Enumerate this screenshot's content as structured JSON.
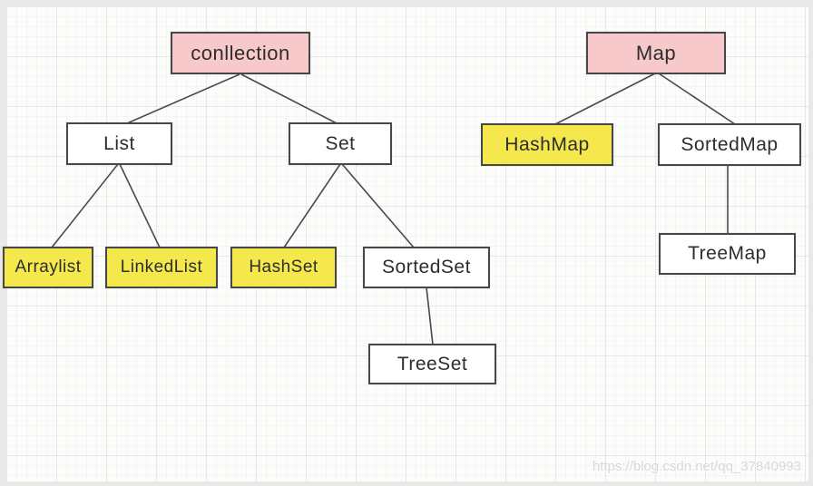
{
  "diagram": {
    "title_note": "Java collection framework hierarchy diagram",
    "watermark": "https://blog.csdn.net/qq_37840993",
    "colors": {
      "root": "#f8c9cb",
      "highlight": "#f5e84c",
      "plain": "#ffffff",
      "border": "#474747",
      "line": "#4a4a4a"
    },
    "nodes": [
      {
        "id": "collection",
        "label": "conllection",
        "type": "root"
      },
      {
        "id": "list",
        "label": "List",
        "type": "plain"
      },
      {
        "id": "set",
        "label": "Set",
        "type": "plain"
      },
      {
        "id": "arraylist",
        "label": "Arraylist",
        "type": "highlight"
      },
      {
        "id": "linkedlist",
        "label": "LinkedList",
        "type": "highlight"
      },
      {
        "id": "hashset",
        "label": "HashSet",
        "type": "highlight"
      },
      {
        "id": "sortedset",
        "label": "SortedSet",
        "type": "plain"
      },
      {
        "id": "treeset",
        "label": "TreeSet",
        "type": "plain"
      },
      {
        "id": "map",
        "label": "Map",
        "type": "root"
      },
      {
        "id": "hashmap",
        "label": "HashMap",
        "type": "highlight"
      },
      {
        "id": "sortedmap",
        "label": "SortedMap",
        "type": "plain"
      },
      {
        "id": "treemap",
        "label": "TreeMap",
        "type": "plain"
      }
    ],
    "edges": [
      {
        "from": "collection",
        "to": "list"
      },
      {
        "from": "collection",
        "to": "set"
      },
      {
        "from": "list",
        "to": "arraylist"
      },
      {
        "from": "list",
        "to": "linkedlist"
      },
      {
        "from": "set",
        "to": "hashset"
      },
      {
        "from": "set",
        "to": "sortedset"
      },
      {
        "from": "sortedset",
        "to": "treeset"
      },
      {
        "from": "map",
        "to": "hashmap"
      },
      {
        "from": "map",
        "to": "sortedmap"
      },
      {
        "from": "sortedmap",
        "to": "treemap"
      }
    ]
  }
}
